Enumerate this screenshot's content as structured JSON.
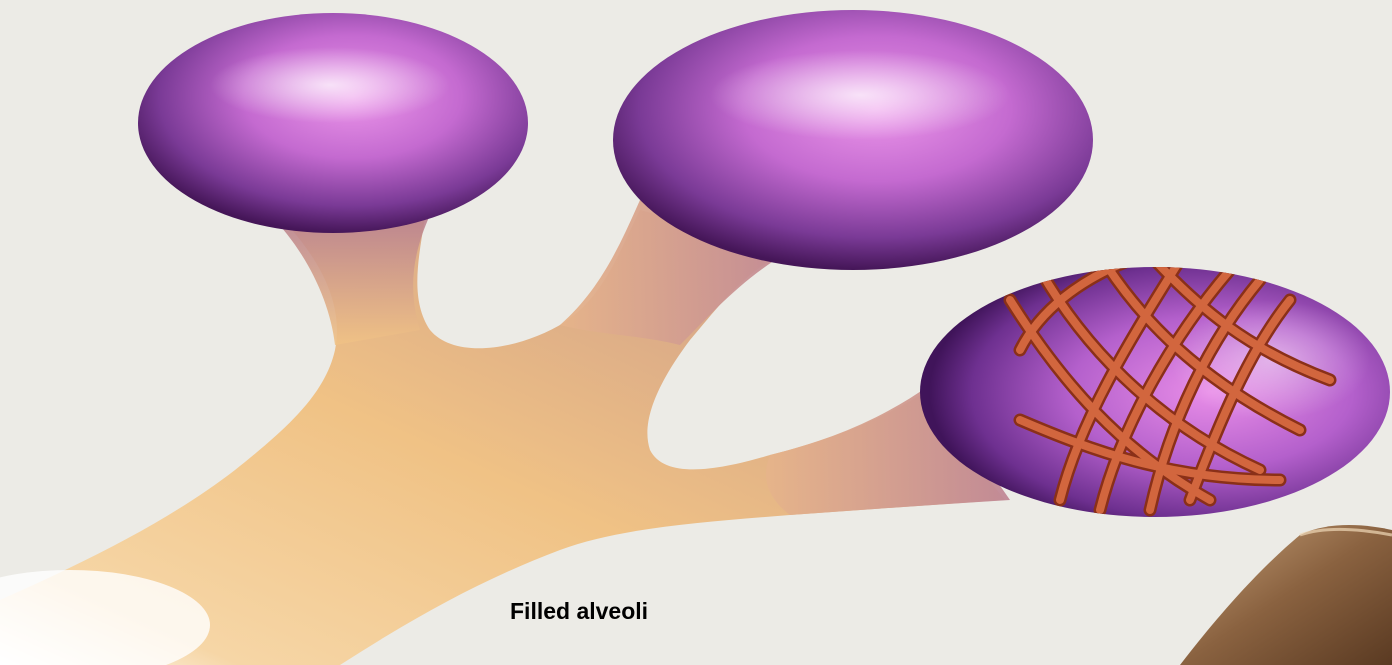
{
  "diagram": {
    "caption": "Filled alveoli",
    "elements": [
      "bronchiole-duct",
      "alveolus-left",
      "alveolus-middle",
      "alveolus-right-with-fibers",
      "tissue-corner"
    ],
    "colors": {
      "background": "#ecebe6",
      "duct_light": "#f4c88a",
      "duct_dark": "#c89a6a",
      "duct_pink": "#c9919a",
      "alveolus_light": "#e88fe4",
      "alveolus_dark": "#4a1a60",
      "fiber": "#c95a34",
      "fiber_dark": "#8a3018",
      "tissue": "#a07a55"
    }
  }
}
